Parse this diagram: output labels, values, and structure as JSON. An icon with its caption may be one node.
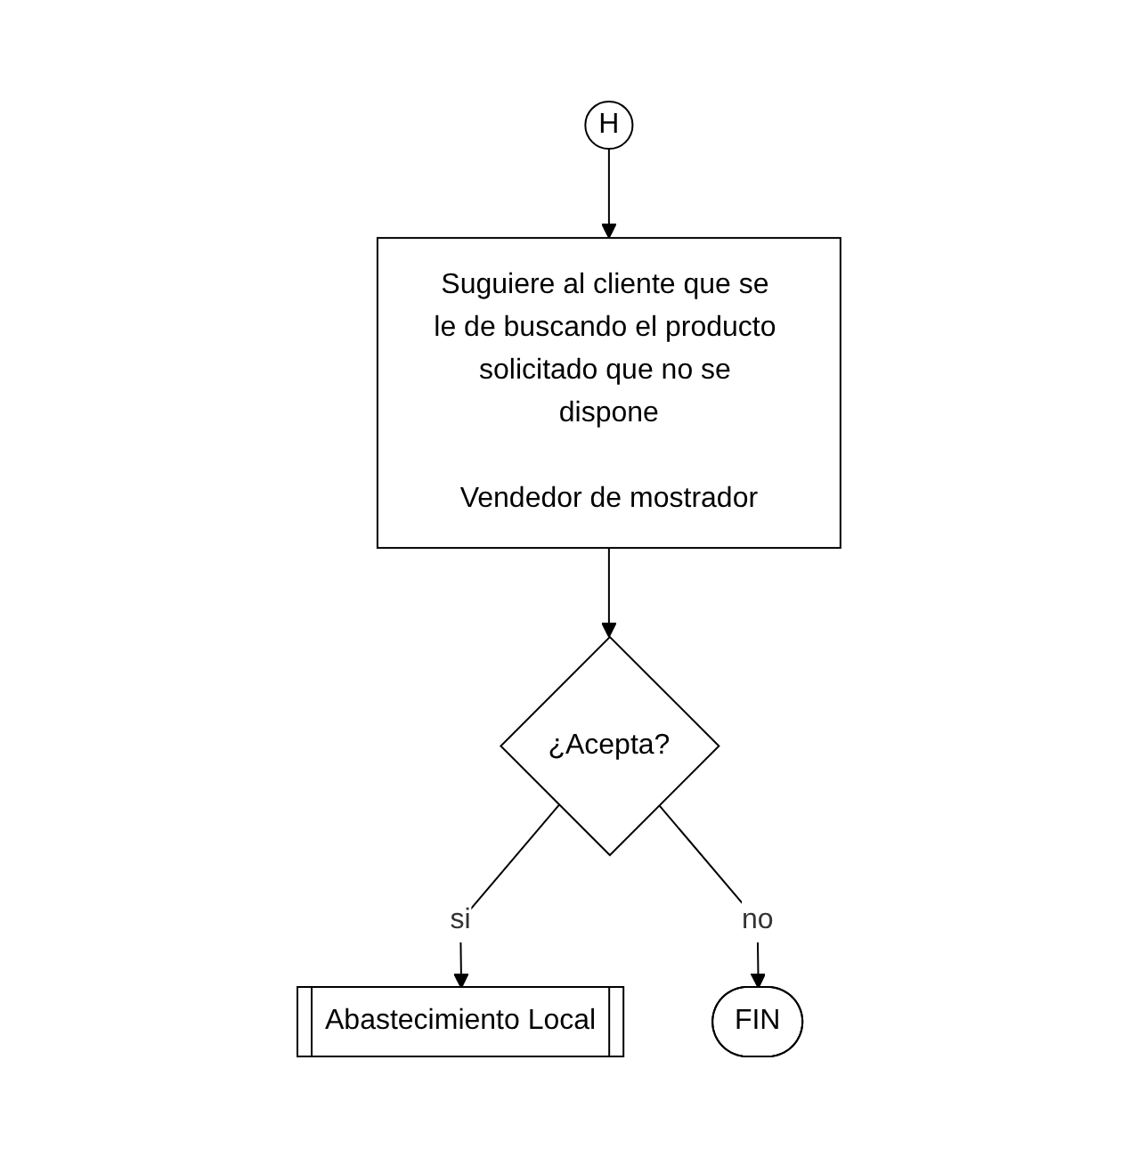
{
  "diagram": {
    "nodes": [
      {
        "text": [
          "H"
        ]
      },
      {
        "text": [
          "Suguiere al cliente que se le de buscando el producto solicitado que no se dispone",
          "Vendedor de mostrador"
        ]
      },
      {
        "text": [
          "¿Acepta?"
        ]
      },
      {
        "text": [
          "Abastecimiento Local"
        ]
      },
      {
        "text": [
          "FIN"
        ]
      }
    ],
    "edges": [
      {
        "from": 0,
        "to": 1,
        "arrow": "to"
      },
      {
        "from": 1,
        "to": 2,
        "arrow": "to"
      },
      {
        "from": 2,
        "to": 3,
        "label": "si",
        "arrow": "to"
      },
      {
        "from": 2,
        "to": 4,
        "label": "no",
        "arrow": "to"
      }
    ]
  }
}
